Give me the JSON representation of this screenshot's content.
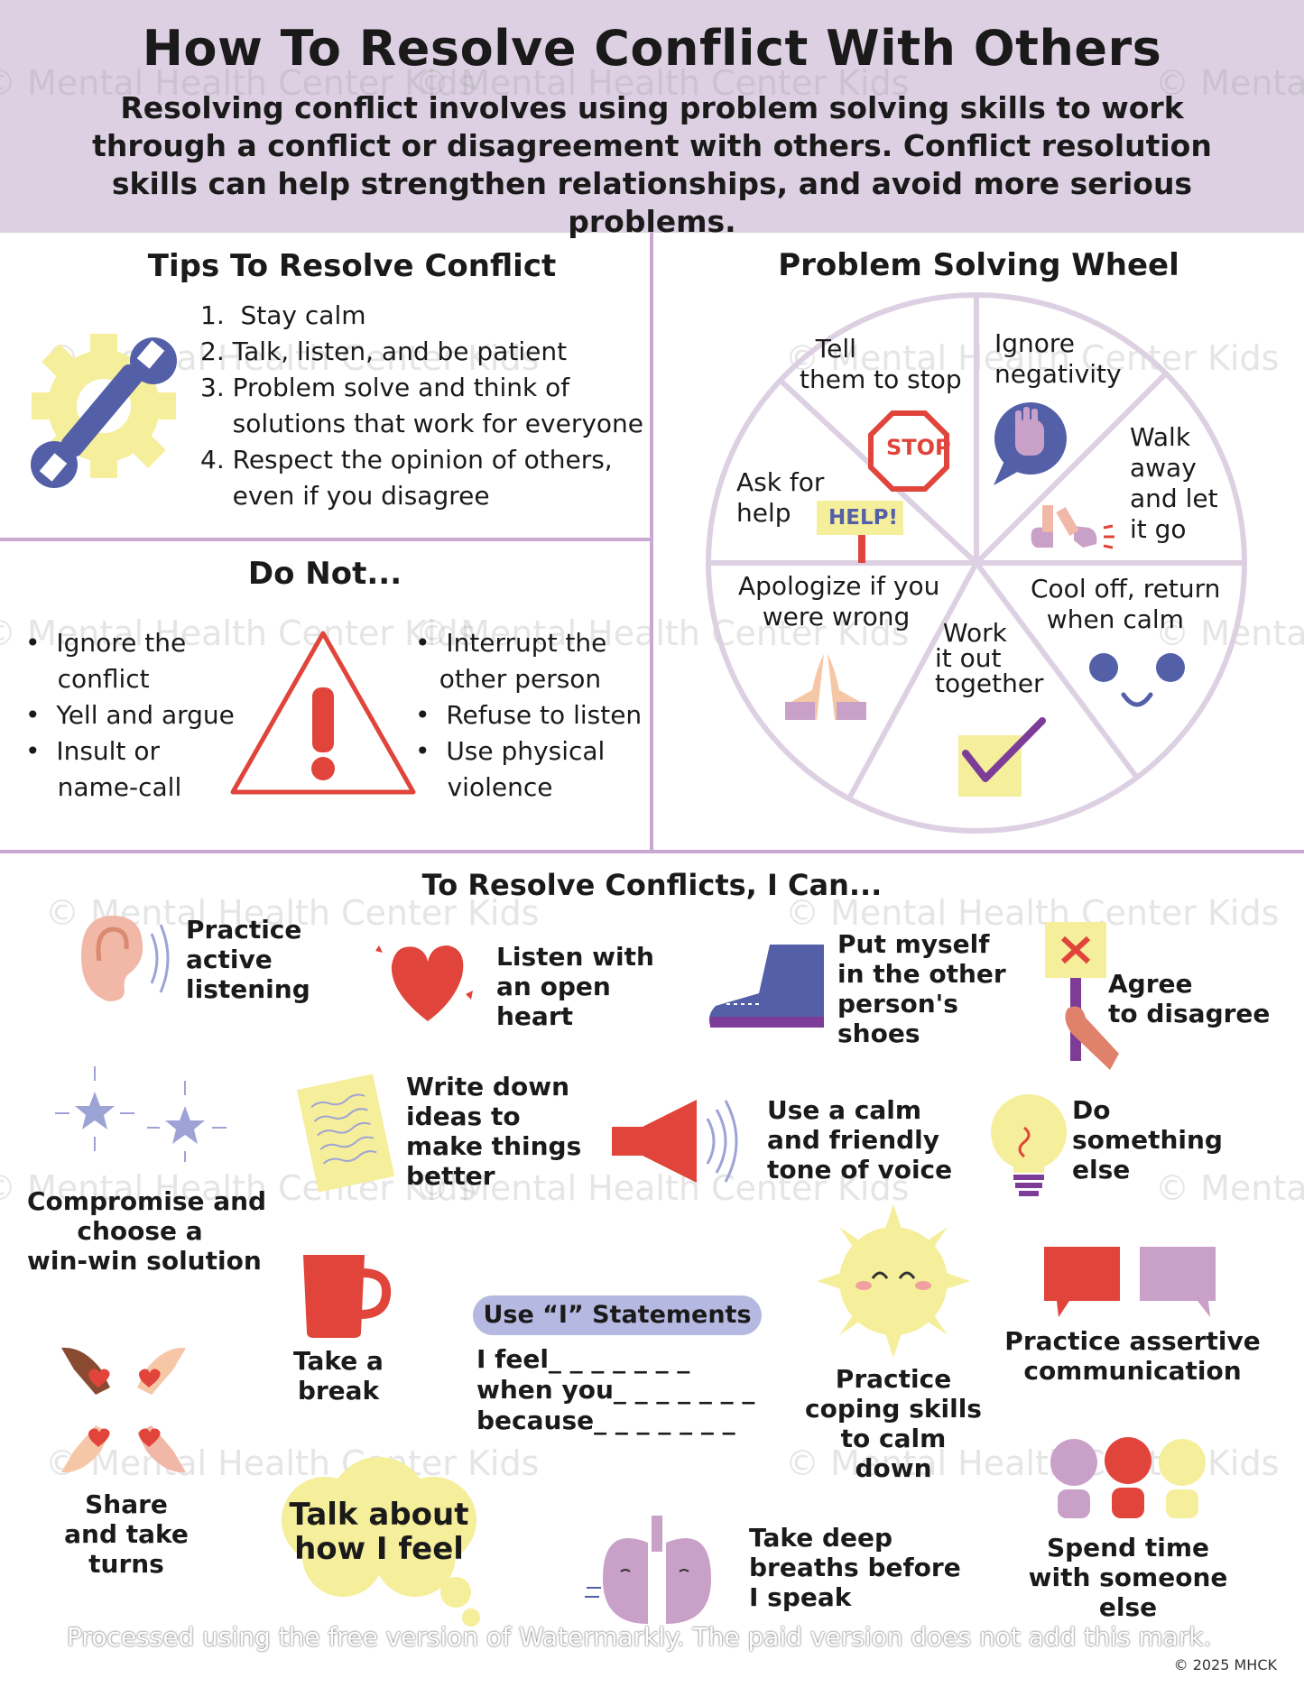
{
  "header": {
    "title": "How To Resolve Conflict With Others",
    "description": "Resolving conflict involves using problem solving skills to work through a conflict or disagreement with others.  Conflict resolution skills can help strengthen relationships, and avoid more serious problems."
  },
  "tips": {
    "title": "Tips To Resolve Conflict",
    "items": [
      "1.  Stay calm",
      "2. Talk, listen, and be patient",
      "3. Problem solve and think of",
      "    solutions that work for everyone",
      "4. Respect the opinion of others,",
      "    even if you disagree"
    ]
  },
  "do_not": {
    "title": "Do Not...",
    "left_items": [
      "•  Ignore the",
      "    conflict",
      "•  Yell and argue",
      "•  Insult or",
      "    name-call"
    ],
    "right_items": [
      "•  Interrupt the",
      "   other person",
      "•  Refuse to listen",
      "•  Use physical",
      "    violence"
    ]
  },
  "wheel": {
    "title": "Problem Solving Wheel",
    "segments": {
      "tell": "  Tell\nthem to stop",
      "ignore": "Ignore\nnegativity",
      "walk": "Walk\naway\nand let\nit go",
      "ask": "Ask for\nhelp",
      "help_sign": "HELP!",
      "stop_sign": "STOP",
      "apologize": "Apologize if you\n   were wrong",
      "work": " Work\nit out\ntogether",
      "cool": "Cool off, return\n  when calm"
    }
  },
  "resolve": {
    "title": "To Resolve Conflicts, I Can...",
    "items": {
      "listening": "Practice\nactive\nlistening",
      "heart": "Listen with\nan open\nheart",
      "shoes": "Put myself\nin the other\nperson's\nshoes",
      "agree": "Agree\nto disagree",
      "compromise": "Compromise and\nchoose a\nwin-win solution",
      "write": "Write down\nideas to\nmake things\nbetter",
      "tone": "Use a calm\nand friendly\ntone of voice",
      "something": "Do\nsomething\nelse",
      "break": "Take a\nbreak",
      "coping": "Practice\ncoping skills\nto calm\ndown",
      "assertive": "Practice assertive\ncommunication",
      "share": "Share\nand take\nturns",
      "breaths": "Take deep\nbreaths before\nI speak",
      "spend": "Spend time\nwith someone\nelse"
    },
    "i_statements": {
      "label": "Use “I” Statements",
      "lines": "I feel_ _ _ _ _ _ _\nwhen you_ _ _ _ _ _ _\nbecause_ _ _ _ _ _ _"
    },
    "talk_bubble": "Talk about\nhow I feel"
  },
  "watermarks": {
    "mark": "© Mental Health Center Kids",
    "bottom": "Processed using the free version of Watermarkly. The paid version does not add this mark.",
    "copyright": "© 2025 MHCK"
  },
  "colors": {
    "header_bg": "#ddd0e2",
    "divider": "#c9a9d2",
    "red": "#e0443a",
    "blue": "#5360a8",
    "yellow": "#f5ee9a",
    "purple": "#c9a0c8"
  }
}
